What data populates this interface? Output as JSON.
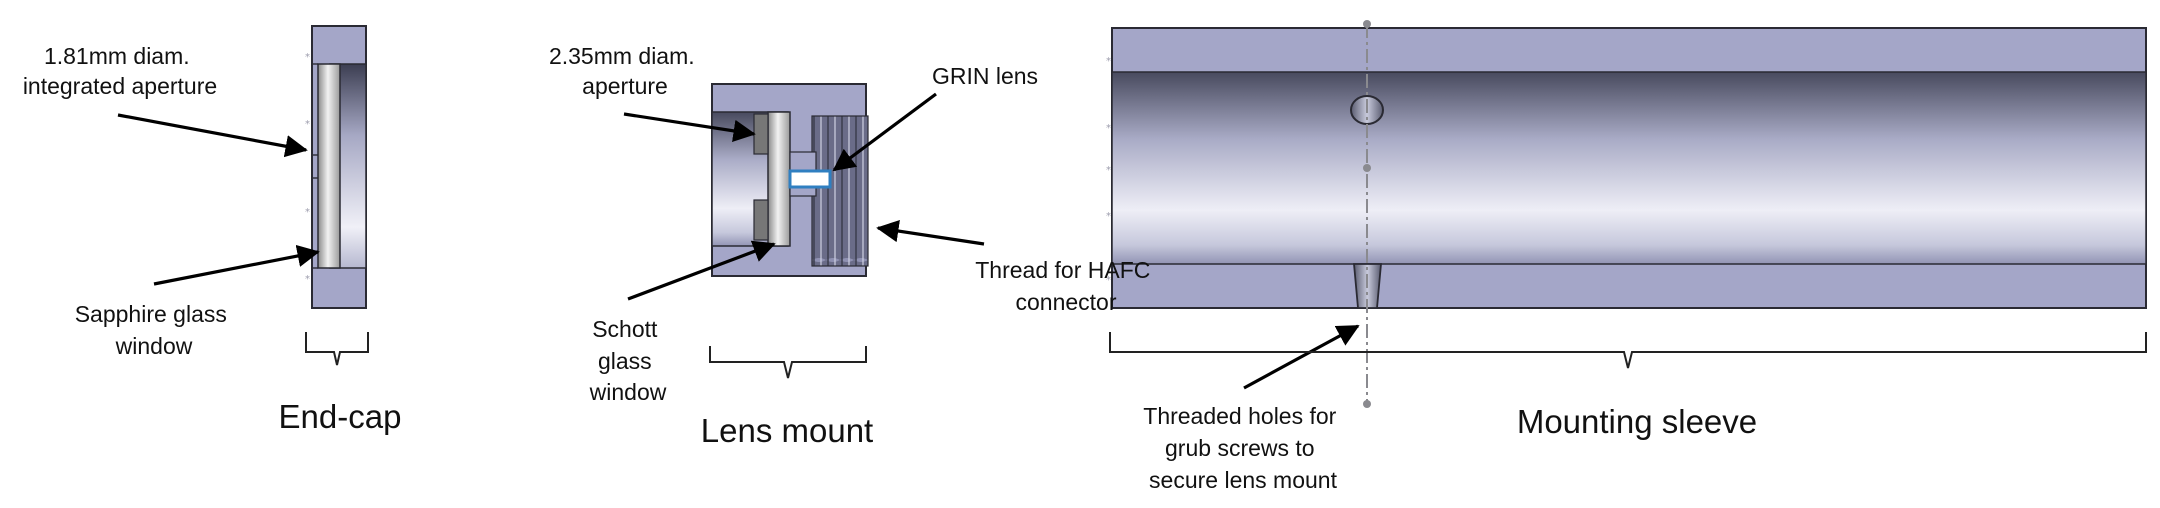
{
  "labels": {
    "aperture_endcap": [
      "1.81mm diam.",
      "integrated aperture"
    ],
    "sapphire": [
      "Sapphire glass",
      "window"
    ],
    "aperture_lens": [
      "2.35mm diam.",
      "aperture"
    ],
    "grin": [
      "GRIN lens"
    ],
    "schott": [
      "Schott",
      "glass",
      "window"
    ],
    "thread": [
      "Thread for HAFC",
      "connector"
    ],
    "holes": [
      "Threaded holes for",
      "grub screws to",
      "secure lens mount"
    ]
  },
  "captions": {
    "endcap": "End-cap",
    "lensmount": "Lens mount",
    "sleeve": "Mounting sleeve"
  },
  "colors": {
    "body_fill": "#a4a6c8",
    "bore_dark": "#484a5e",
    "bore_light": "#eeeef6",
    "arrow": "#000000",
    "grin_lens": "#2f7fc1"
  }
}
